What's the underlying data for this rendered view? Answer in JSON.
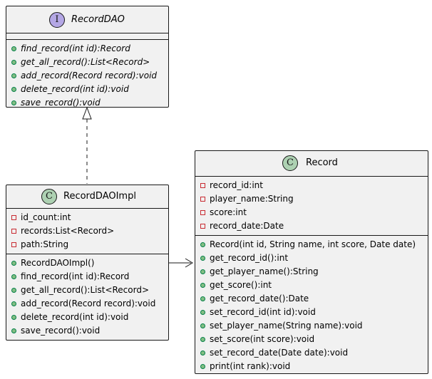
{
  "classes": {
    "dao": {
      "stereotype_glyph": "I",
      "name": "RecordDAO",
      "fields": [],
      "methods": [
        "find_record(int id):Record",
        "get_all_record():List<Record>",
        "add_record(Record record):void",
        "delete_record(int id):void",
        "save_record():void"
      ]
    },
    "impl": {
      "stereotype_glyph": "C",
      "name": "RecordDAOImpl",
      "fields": [
        "id_count:int",
        "records:List<Record>",
        "path:String"
      ],
      "methods": [
        "RecordDAOImpl()",
        "find_record(int id):Record",
        "get_all_record():List<Record>",
        "add_record(Record record):void",
        "delete_record(int id):void",
        "save_record():void"
      ]
    },
    "record": {
      "stereotype_glyph": "C",
      "name": "Record",
      "fields": [
        "record_id:int",
        "player_name:String",
        "score:int",
        "record_date:Date"
      ],
      "methods": [
        "Record(int id, String name, int score, Date date)",
        "get_record_id():int",
        "get_player_name():String",
        "get_score():int",
        "get_record_date():Date",
        "set_record_id(int id):void",
        "set_player_name(String name):void",
        "set_score(int score):void",
        "set_record_date(Date date):void",
        "print(int rank):void"
      ]
    }
  },
  "colors": {
    "class_fill": "#f1f1f1",
    "border": "#181818",
    "interface_badge": "#b4a7e5",
    "class_badge": "#add1b2",
    "public_marker": "#84be84",
    "private_marker": "#c82930"
  }
}
